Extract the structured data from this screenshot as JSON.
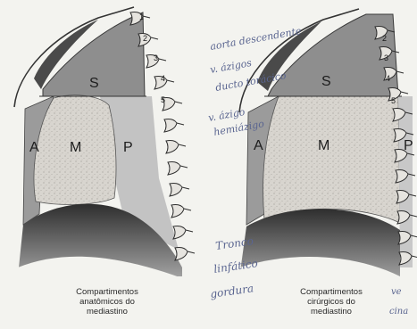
{
  "panels": [
    {
      "regions": {
        "superior": "S",
        "anterior": "A",
        "medio": "M",
        "posterior": "P"
      },
      "vertebrae": [
        "1",
        "2",
        "3",
        "4",
        "5"
      ],
      "caption": [
        "Compartimentos",
        "anatômicos do",
        "mediastino"
      ]
    },
    {
      "regions": {
        "superior": "S",
        "anterior": "A",
        "medio": "M",
        "posterior": "P"
      },
      "vertebrae": [
        "2",
        "3",
        "4",
        "5"
      ],
      "caption": [
        "Compartimentos",
        "cirúrgicos do",
        "mediastino"
      ]
    }
  ],
  "handwritten_notes": {
    "top": [
      "aorta descendente",
      "v. ázigos",
      "ducto torácico",
      "v. ázigo",
      "hemiázigo"
    ],
    "bottom": [
      "Tronco",
      "linfático",
      "gordura"
    ],
    "right": [
      "ve",
      "cina"
    ]
  },
  "colors": {
    "superior": "#8b8b8b",
    "anterior": "#9a9a9a",
    "medio": "#d6d3cd",
    "posterior": "#bdbdbd",
    "dark": "#3a3a3a",
    "ink": "#5a6590"
  }
}
